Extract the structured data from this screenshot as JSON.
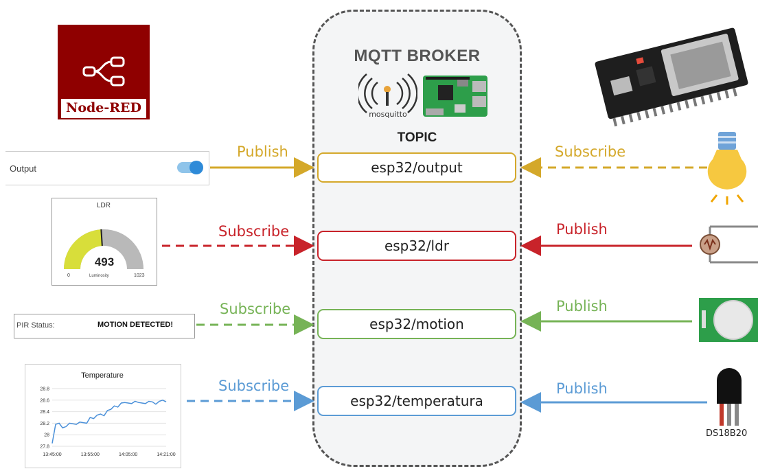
{
  "broker": {
    "title": "MQTT BROKER",
    "mosquitto_label": "mosquitto",
    "topic_label": "TOPIC"
  },
  "nodered": {
    "label": "Node-RED"
  },
  "topics": [
    {
      "name": "esp32/output",
      "color": "#d4a82a"
    },
    {
      "name": "esp32/ldr",
      "color": "#c8232a"
    },
    {
      "name": "esp32/motion",
      "color": "#76b356"
    },
    {
      "name": "esp32/temperatura",
      "color": "#5b9bd5"
    }
  ],
  "left_arrows": [
    "Publish",
    "Subscribe",
    "Subscribe",
    "Subscribe"
  ],
  "right_arrows": [
    "Subscribe",
    "Publish",
    "Publish",
    "Publish"
  ],
  "widgets": {
    "output": {
      "label": "Output",
      "toggle_on": true
    },
    "ldr": {
      "title": "LDR",
      "value": "493",
      "min": "0",
      "max": "1023",
      "unit": "Luminosity",
      "fraction": 0.48
    },
    "pir": {
      "label": "PIR Status:",
      "status": "MOTION DETECTED!"
    },
    "temperature": {
      "title": "Temperature"
    }
  },
  "sensor": {
    "label": "DS18B20"
  },
  "chart_data": {
    "type": "line",
    "title": "Temperature",
    "ylim": [
      27.8,
      28.8
    ],
    "yticks": [
      "28.8",
      "28.6",
      "28.4",
      "28.2",
      "28",
      "27.8"
    ],
    "xticks": [
      "13:45:00",
      "13:55:00",
      "14:05:00",
      "14:21:00"
    ],
    "series": [
      {
        "values": [
          27.85,
          28.18,
          28.2,
          28.12,
          28.14,
          28.2,
          28.19,
          28.18,
          28.22,
          28.21,
          28.2,
          28.3,
          28.28,
          28.34,
          28.36,
          28.33,
          28.42,
          28.44,
          28.5,
          28.48,
          28.55,
          28.56,
          28.55,
          28.54,
          28.58,
          28.56,
          28.55,
          28.54,
          28.58,
          28.57,
          28.53,
          28.58,
          28.6,
          28.57
        ]
      }
    ]
  }
}
